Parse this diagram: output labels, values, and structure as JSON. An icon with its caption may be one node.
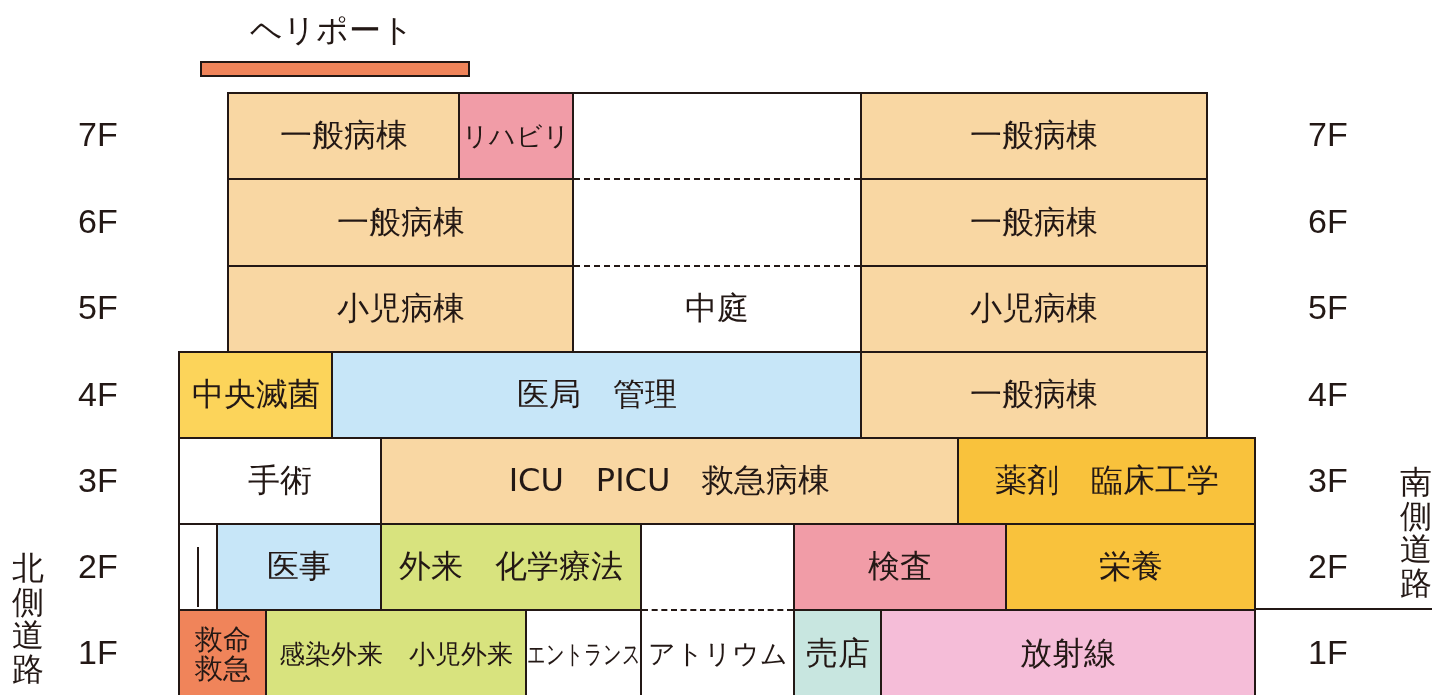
{
  "diagram": {
    "nodes": [
      {
        "text": [
          "ヘリポート"
        ]
      },
      {
        "text": [
          "一般病棟"
        ]
      },
      {
        "text": [
          "リハビリ"
        ]
      },
      {
        "text": [
          "一般病棟"
        ]
      },
      {
        "text": [
          "一般病棟"
        ]
      },
      {
        "text": [
          "一般病棟"
        ]
      },
      {
        "text": [
          "小児病棟"
        ]
      },
      {
        "text": [
          "中庭"
        ]
      },
      {
        "text": [
          "小児病棟"
        ]
      },
      {
        "text": [
          "中央滅菌"
        ]
      },
      {
        "text": [
          "医局　管理"
        ]
      },
      {
        "text": [
          "一般病棟"
        ]
      },
      {
        "text": [
          "手術"
        ]
      },
      {
        "text": [
          "ICU　PICU　救急病棟"
        ]
      },
      {
        "text": [
          "薬剤　臨床工学"
        ]
      },
      {
        "text": [],
        "shape": "box"
      },
      {
        "text": [
          "医事"
        ]
      },
      {
        "text": [
          "外来　化学療法"
        ]
      },
      {
        "text": [
          "検査"
        ]
      },
      {
        "text": [
          "栄養"
        ]
      },
      {
        "text": [
          "救命救急"
        ]
      },
      {
        "text": [
          "感染外来　小児外来"
        ]
      },
      {
        "text": [
          "エントランス"
        ]
      },
      {
        "text": [
          "アトリウム"
        ]
      },
      {
        "text": [
          "売店"
        ]
      },
      {
        "text": [
          "放射線"
        ]
      }
    ],
    "edges": [],
    "labels": [
      "7F",
      "7F",
      "6F",
      "6F",
      "5F",
      "5F",
      "4F",
      "4F",
      "3F",
      "3F",
      "南側道路",
      "2F",
      "2F",
      "北側道路",
      "1F",
      "1F"
    ]
  }
}
